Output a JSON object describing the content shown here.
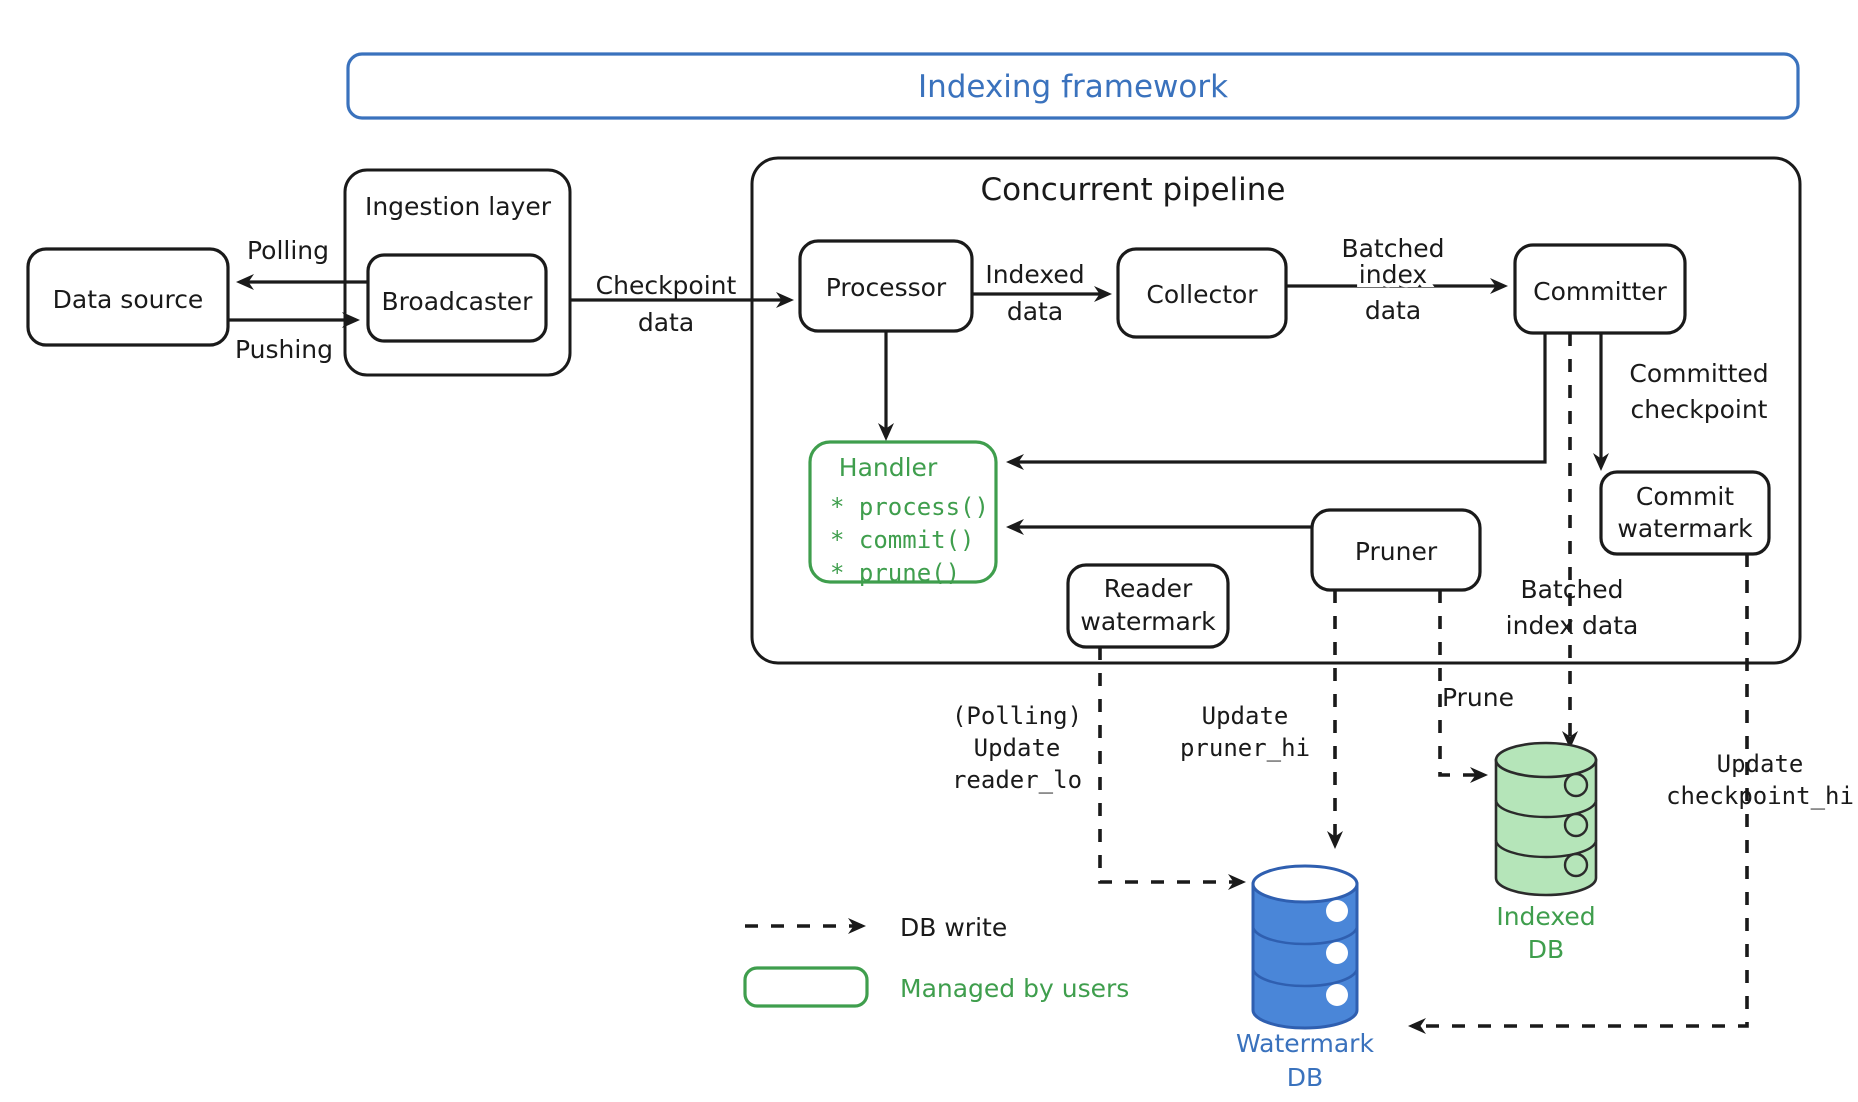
{
  "diagram": {
    "title": "Indexing framework",
    "title_color": "#3a72bd",
    "accent_green": "#3f9e4d",
    "accent_blue": "#3a72bd",
    "stroke_color": "#1a1a1a"
  },
  "containers": {
    "framework": {
      "label": "Indexing framework"
    },
    "ingestion": {
      "label": "Ingestion layer"
    },
    "pipeline": {
      "label": "Concurrent pipeline"
    }
  },
  "nodes": {
    "data_source": {
      "label": "Data source"
    },
    "broadcaster": {
      "label": "Broadcaster"
    },
    "processor": {
      "label": "Processor"
    },
    "collector": {
      "label": "Collector"
    },
    "committer": {
      "label": "Committer"
    },
    "commit_watermark": {
      "line1": "Commit",
      "line2": "watermark"
    },
    "reader_watermark": {
      "line1": "Reader",
      "line2": "watermark"
    },
    "pruner": {
      "label": "Pruner"
    },
    "handler": {
      "title": "Handler",
      "methods": [
        "* process()",
        "* commit()",
        "* prune()"
      ]
    }
  },
  "databases": {
    "watermark_db": {
      "line1": "Watermark",
      "line2": "DB",
      "color": "#3a72bd",
      "fill": "#4a86d8"
    },
    "indexed_db": {
      "line1": "Indexed",
      "line2": "DB",
      "color": "#3f9e4d",
      "fill": "#b5e5b9"
    }
  },
  "edge_labels": {
    "polling": "Polling",
    "pushing": "Pushing",
    "checkpoint_data_1": "Checkpoint",
    "checkpoint_data_2": "data",
    "indexed_data_1": "Indexed",
    "indexed_data_2": "data",
    "batched_index_data_1": "Batched",
    "batched_index_data_2": "index",
    "batched_index_data_3": "data",
    "committed_checkpoint_1": "Committed",
    "committed_checkpoint_2": "checkpoint",
    "batched_index_data_low_1": "Batched",
    "batched_index_data_low_2": "index data",
    "prune": "Prune",
    "polling_update_1": "(Polling)",
    "polling_update_2": "Update",
    "polling_update_3": "reader_lo",
    "update_pruner_1": "Update",
    "update_pruner_2": "pruner_hi",
    "update_checkpoint_1": "Update",
    "update_checkpoint_2": "checkpoint_hi"
  },
  "legend": {
    "db_write": "DB write",
    "managed_by_users": "Managed by users"
  }
}
